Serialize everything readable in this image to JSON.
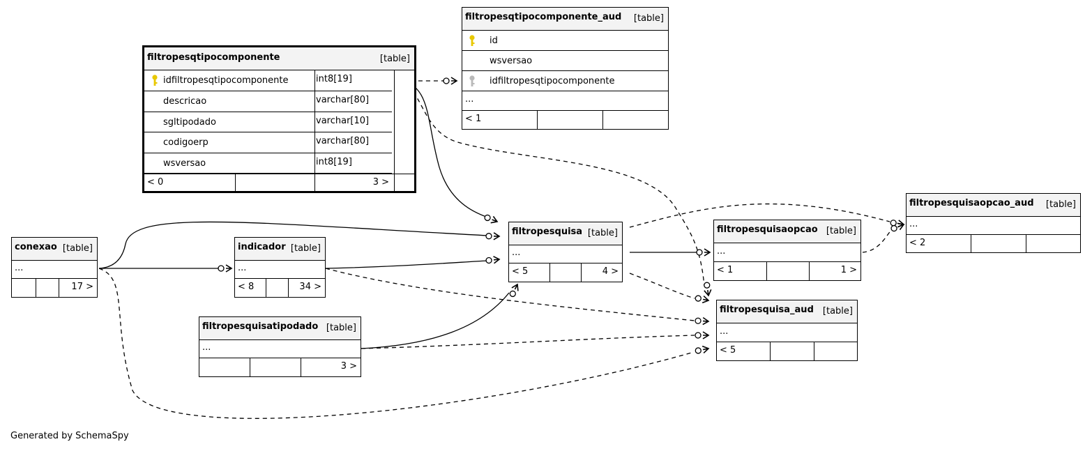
{
  "tables": {
    "filtropesqtipocomponente": {
      "name": "filtropesqtipocomponente",
      "tag": "[table]",
      "columns": [
        {
          "name": "idfiltropesqtipocomponente",
          "type": "int8[19]",
          "key": "primary"
        },
        {
          "name": "descricao",
          "type": "varchar[80]"
        },
        {
          "name": "sgltipodado",
          "type": "varchar[10]"
        },
        {
          "name": "codigoerp",
          "type": "varchar[80]"
        },
        {
          "name": "wsversao",
          "type": "int8[19]"
        }
      ],
      "footer_left": "< 0",
      "footer_right": "3 >"
    },
    "filtropesqtipocomponente_aud": {
      "name": "filtropesqtipocomponente_aud",
      "tag": "[table]",
      "columns": [
        {
          "name": "id",
          "key": "primary"
        },
        {
          "name": "wsversao"
        },
        {
          "name": "idfiltropesqtipocomponente",
          "key": "foreign"
        }
      ],
      "ellipsis": "...",
      "footer_left": "< 1",
      "footer_right": ""
    },
    "conexao": {
      "name": "conexao",
      "tag": "[table]",
      "ellipsis": "...",
      "footer_left": "",
      "footer_right": "17 >"
    },
    "indicador": {
      "name": "indicador",
      "tag": "[table]",
      "ellipsis": "...",
      "footer_left": "< 8",
      "footer_right": "34 >"
    },
    "filtropesquisa": {
      "name": "filtropesquisa",
      "tag": "[table]",
      "ellipsis": "...",
      "footer_left": "< 5",
      "footer_right": "4 >"
    },
    "filtropesquisatipodado": {
      "name": "filtropesquisatipodado",
      "tag": "[table]",
      "ellipsis": "...",
      "footer_left": "",
      "footer_right": "3 >"
    },
    "filtropesquisaopcao": {
      "name": "filtropesquisaopcao",
      "tag": "[table]",
      "ellipsis": "...",
      "footer_left": "< 1",
      "footer_right": "1 >"
    },
    "filtropesquisaopcao_aud": {
      "name": "filtropesquisaopcao_aud",
      "tag": "[table]",
      "ellipsis": "...",
      "footer_left": "< 2",
      "footer_right": ""
    },
    "filtropesquisa_aud": {
      "name": "filtropesquisa_aud",
      "tag": "[table]",
      "ellipsis": "...",
      "footer_left": "< 5",
      "footer_right": ""
    }
  },
  "relationships": [
    {
      "from": "filtropesqtipocomponente_aud",
      "to": "filtropesqtipocomponente",
      "style": "dashed"
    },
    {
      "from": "filtropesquisa",
      "to": "filtropesqtipocomponente",
      "style": "solid"
    },
    {
      "from": "filtropesquisa_aud",
      "to": "filtropesqtipocomponente",
      "style": "dashed"
    },
    {
      "from": "filtropesquisa",
      "to": "conexao",
      "style": "solid"
    },
    {
      "from": "indicador",
      "to": "conexao",
      "style": "solid"
    },
    {
      "from": "filtropesquisa",
      "to": "indicador",
      "style": "solid"
    },
    {
      "from": "filtropesquisa_aud",
      "to": "indicador",
      "style": "dashed"
    },
    {
      "from": "filtropesquisa",
      "to": "filtropesquisatipodado",
      "style": "solid"
    },
    {
      "from": "filtropesquisa_aud",
      "to": "filtropesquisatipodado",
      "style": "dashed"
    },
    {
      "from": "filtropesquisa_aud",
      "to": "conexao",
      "style": "dashed"
    },
    {
      "from": "filtropesquisaopcao",
      "to": "filtropesquisa",
      "style": "solid"
    },
    {
      "from": "filtropesquisaopcao_aud",
      "to": "filtropesquisa",
      "style": "dashed"
    },
    {
      "from": "filtropesquisaopcao_aud",
      "to": "filtropesquisaopcao",
      "style": "dashed"
    },
    {
      "from": "filtropesquisa_aud",
      "to": "filtropesquisa",
      "style": "dashed"
    }
  ],
  "credit": "Generated by SchemaSpy"
}
